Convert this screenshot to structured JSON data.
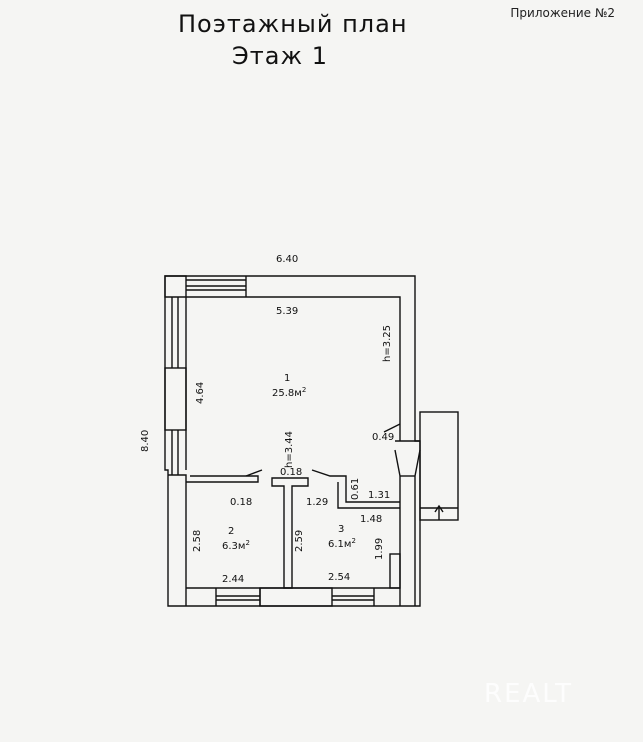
{
  "header": {
    "annex": "Приложение №2",
    "title": "Поэтажный план",
    "floor": "Этаж 1"
  },
  "dimensions": {
    "outer_width": "6.40",
    "outer_height": "8.40",
    "room1_width": "5.39",
    "room1_height": "4.64",
    "h_right": "h=3.25",
    "h_center": "h=3.44",
    "d_049": "0.49",
    "d_018_top": "0.18",
    "d_018_left": "0.18",
    "d_129": "1.29",
    "d_061": "0.61",
    "d_131": "1.31",
    "d_148": "1.48",
    "d_258": "2.58",
    "d_259": "2.59",
    "d_199": "1.99",
    "d_244": "2.44",
    "d_254": "2.54"
  },
  "rooms": [
    {
      "number": "1",
      "area": "25.8м",
      "sup": "2"
    },
    {
      "number": "2",
      "area": "6.3м",
      "sup": "2"
    },
    {
      "number": "3",
      "area": "6.1м",
      "sup": "2"
    }
  ],
  "watermark": "REALT",
  "colors": {
    "line": "#111111",
    "paper": "#f5f5f3"
  }
}
